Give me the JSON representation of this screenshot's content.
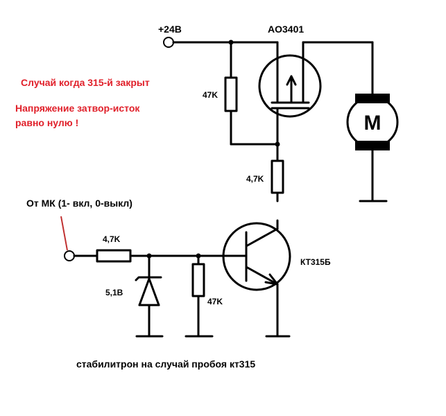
{
  "labels": {
    "supply": "+24В",
    "mosfet": "AO3401",
    "r_gate_pullup": "47K",
    "r_collector": "4,7K",
    "input": "От МК (1- вкл, 0-выкл)",
    "r_base": "4,7K",
    "zener": "5,1В",
    "r_base_pulldown": "47K",
    "transistor": "КТ315Б",
    "motor": "M",
    "note_case": "Случай когда 315-й закрыт",
    "note_voltage_line1": "Напряжение затвор-исток",
    "note_voltage_line2": "равно нулю !",
    "caption": "стабилитрон на случай пробоя кт315"
  },
  "colors": {
    "note": "#e0202a",
    "pointer": "#c03030",
    "wire": "#000000"
  }
}
